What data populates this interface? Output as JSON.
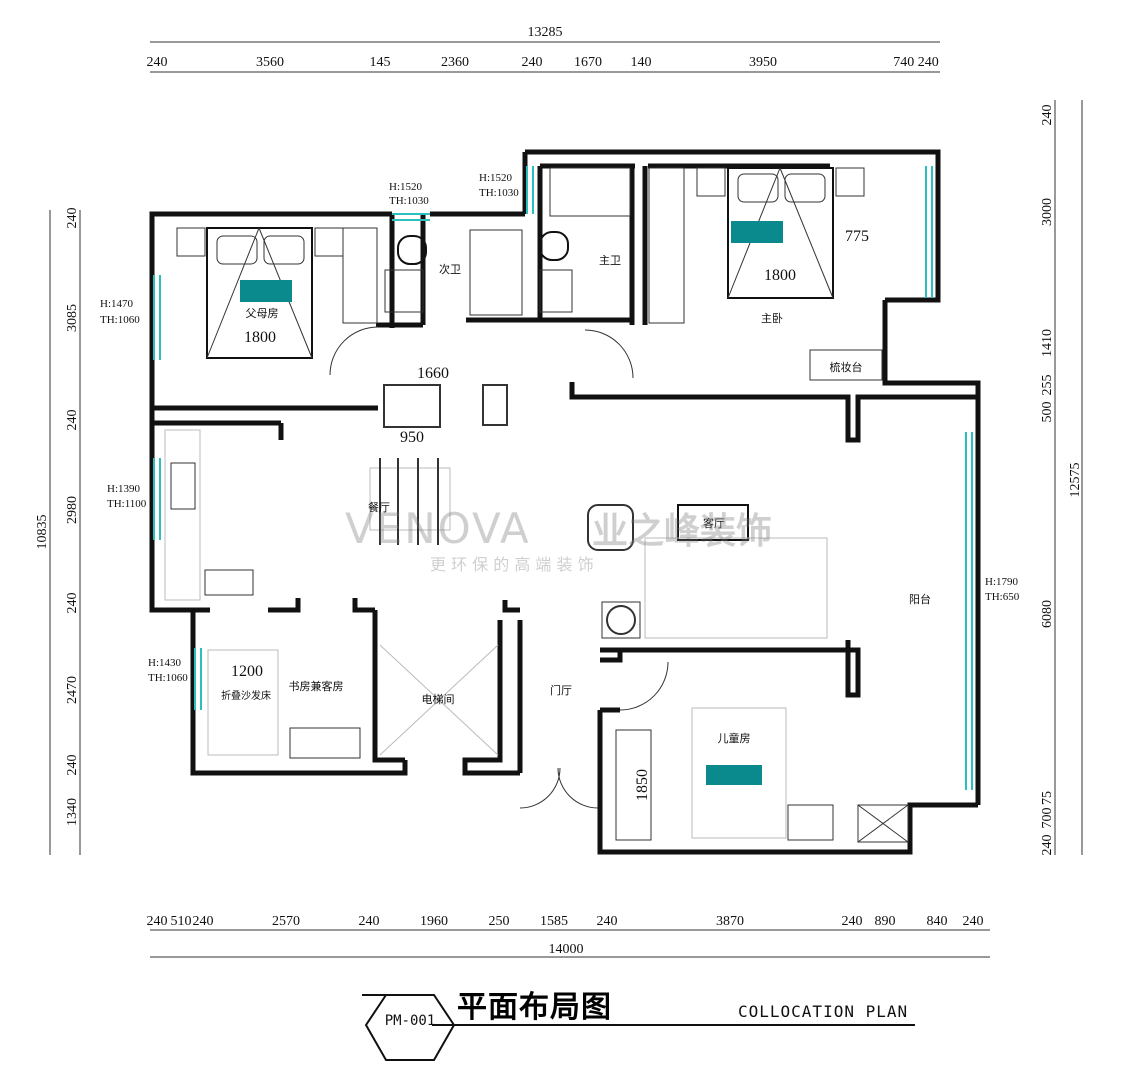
{
  "drawing": {
    "code": "PM-001",
    "title_cn": "平面布局图",
    "title_en": "COLLOCATION  PLAN"
  },
  "watermark": {
    "brand_latin": "VENOVA",
    "brand_cn": "业之峰装饰",
    "slogan": "更 环 保 的 高 端 装 饰"
  },
  "dims": {
    "top_total": "13285",
    "top": [
      "240",
      "3560",
      "145",
      "2360",
      "240",
      "1670",
      "140",
      "3950",
      "740 240"
    ],
    "bottom_total": "14000",
    "bottom": [
      "240",
      "510",
      "240",
      "2570",
      "240",
      "1960",
      "250",
      "1585",
      "240",
      "3870",
      "240",
      "890",
      "840",
      "240"
    ],
    "left_total": "10835",
    "left": [
      "240",
      "3085",
      "240",
      "2980",
      "240",
      "2470",
      "240",
      "1340"
    ],
    "right_total": "12575",
    "right": [
      "240",
      "3000",
      "1410",
      "255",
      "500",
      "6080",
      "75",
      "700",
      "240"
    ]
  },
  "rooms": {
    "parents": "父母房",
    "second_bath": "次卫",
    "master_bath": "主卫",
    "master_bed": "主卧",
    "dressing": "梳妆台",
    "dining": "餐厅",
    "living": "客厅",
    "balcony": "阳台",
    "study": "书房兼客房",
    "elevator": "电梯间",
    "foyer": "门厅",
    "kids": "儿童房",
    "sofa_bed": "折叠沙发床"
  },
  "furniture": {
    "bed_parents": "1800",
    "bed_master": "1800",
    "master_775": "775",
    "dining_1660": "1660",
    "dining_950": "950",
    "study_1200": "1200",
    "kids_1850": "1850"
  },
  "windows": {
    "w_bath2": {
      "h": "H:1520",
      "th": "TH:1030"
    },
    "w_bath1": {
      "h": "H:1520",
      "th": "TH:1030"
    },
    "w_parent": {
      "h": "H:1470",
      "th": "TH:1060"
    },
    "w_kitchen": {
      "h": "H:1390",
      "th": "TH:1100"
    },
    "w_study": {
      "h": "H:1430",
      "th": "TH:1060"
    },
    "w_balcony": {
      "h": "H:1790",
      "th": "TH:650"
    }
  },
  "colors": {
    "wall": "#111111",
    "glass": "#2bbfc0",
    "accent": "#0a8a8c"
  }
}
